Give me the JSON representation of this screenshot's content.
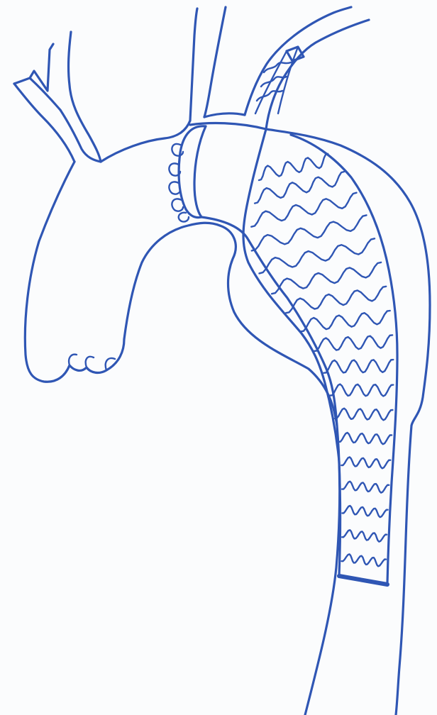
{
  "figure": {
    "subject": "aortic-arch-stent-graft-sketch",
    "ink_color": "#2f56b4",
    "paper_color": "#fbfcfd",
    "graft_ring_rows": 18,
    "branch_graft_coils": 3,
    "anastomosis_loops": 5
  }
}
